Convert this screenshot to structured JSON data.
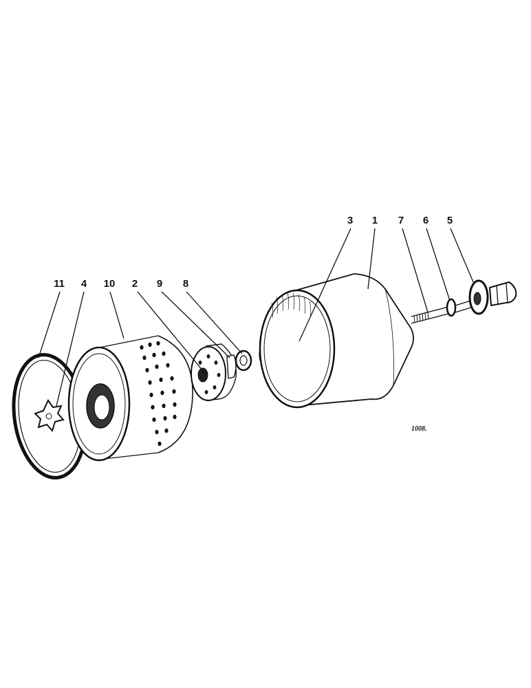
{
  "callouts": [
    {
      "id": "c11",
      "text": "11"
    },
    {
      "id": "c4",
      "text": "4"
    },
    {
      "id": "c10",
      "text": "10"
    },
    {
      "id": "c2",
      "text": "2"
    },
    {
      "id": "c9",
      "text": "9"
    },
    {
      "id": "c8",
      "text": "8"
    },
    {
      "id": "c3",
      "text": "3"
    },
    {
      "id": "c1",
      "text": "1"
    },
    {
      "id": "c7",
      "text": "7"
    },
    {
      "id": "c6",
      "text": "6"
    },
    {
      "id": "c5",
      "text": "5"
    }
  ],
  "figure_number": "1008."
}
